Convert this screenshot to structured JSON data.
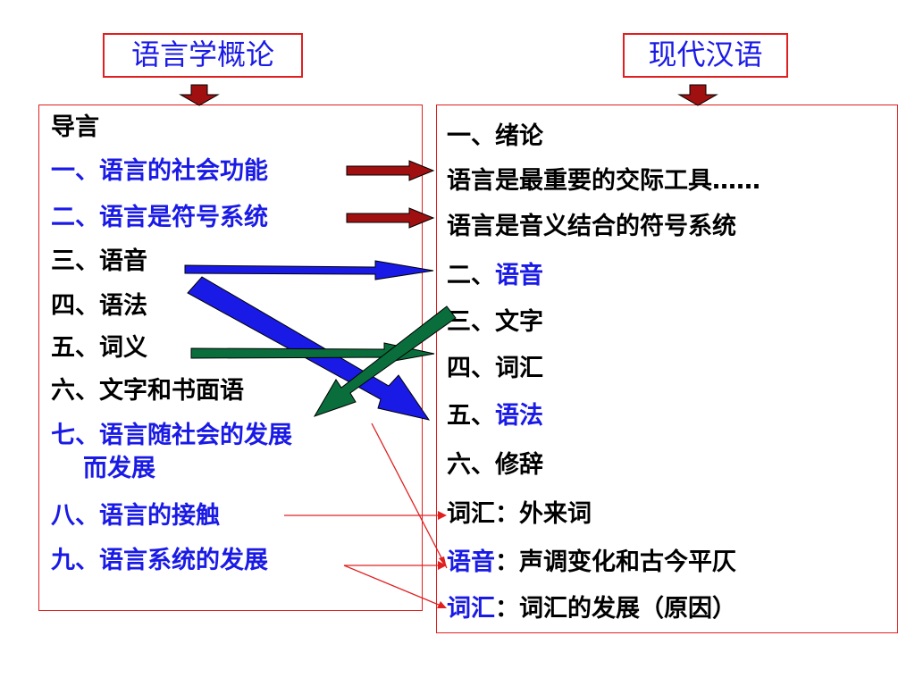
{
  "titles": {
    "left": "语言学概论",
    "right": "现代汉语"
  },
  "left_items": [
    {
      "text": "导言",
      "color": "#000000"
    },
    {
      "text": "一、语言的社会功能",
      "color": "#1a1ae6"
    },
    {
      "text": "二、语言是符号系统",
      "color": "#1a1ae6"
    },
    {
      "text": "三、语音",
      "color": "#000000"
    },
    {
      "text": "四、语法",
      "color": "#000000"
    },
    {
      "text": "五、词义",
      "color": "#000000"
    },
    {
      "text": "六、文字和书面语",
      "color": "#000000"
    },
    {
      "text": "七、语言随社会的发展",
      "color": "#1a1ae6"
    },
    {
      "text": "而发展",
      "color": "#1a1ae6"
    },
    {
      "text": "八、语言的接触",
      "color": "#1a1ae6"
    },
    {
      "text": "九、语言系统的发展",
      "color": "#1a1ae6"
    }
  ],
  "right_items": [
    {
      "prefix": "一、绪论",
      "suffix": ""
    },
    {
      "prefix": "语言是最重要的交际工具……",
      "suffix": ""
    },
    {
      "prefix": "语言是音义结合的符号系统",
      "suffix": ""
    },
    {
      "prefix": "二、",
      "highlight": "语音",
      "suffix": ""
    },
    {
      "prefix": "三、文字",
      "suffix": ""
    },
    {
      "prefix": "四、词汇",
      "suffix": ""
    },
    {
      "prefix": "五、",
      "highlight": "语法",
      "suffix": ""
    },
    {
      "prefix": "六、修辞",
      "suffix": ""
    },
    {
      "prefix": "词汇：外来词",
      "suffix": ""
    },
    {
      "highlight": "语音",
      "suffix": "：声调变化和古今平仄"
    },
    {
      "highlight": "词汇",
      "suffix": "：词汇的发展（原因）"
    }
  ],
  "colors": {
    "accent_blue": "#1a1ae6",
    "border_red": "#e02020",
    "arrow_darkred": "#a01010",
    "arrow_green": "#0a6e3c"
  }
}
